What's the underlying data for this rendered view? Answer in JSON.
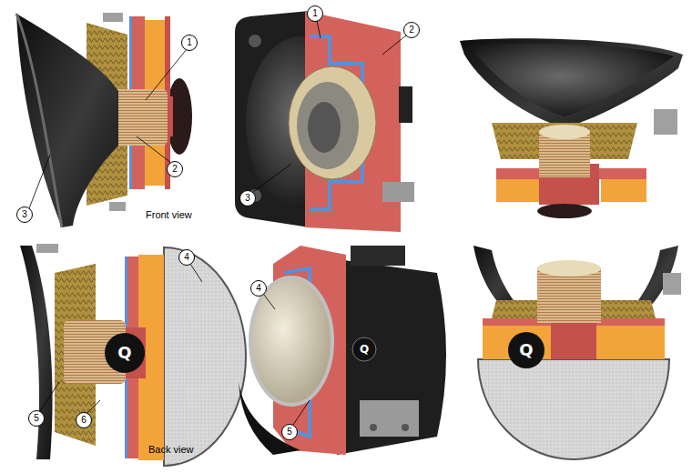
{
  "diagram": {
    "labels": [
      "1",
      "2",
      "3",
      "Front view",
      "1",
      "2",
      "3",
      "4",
      "Q",
      "5",
      "6",
      "Back view",
      "4",
      "Q",
      "5",
      "Q"
    ]
  }
}
